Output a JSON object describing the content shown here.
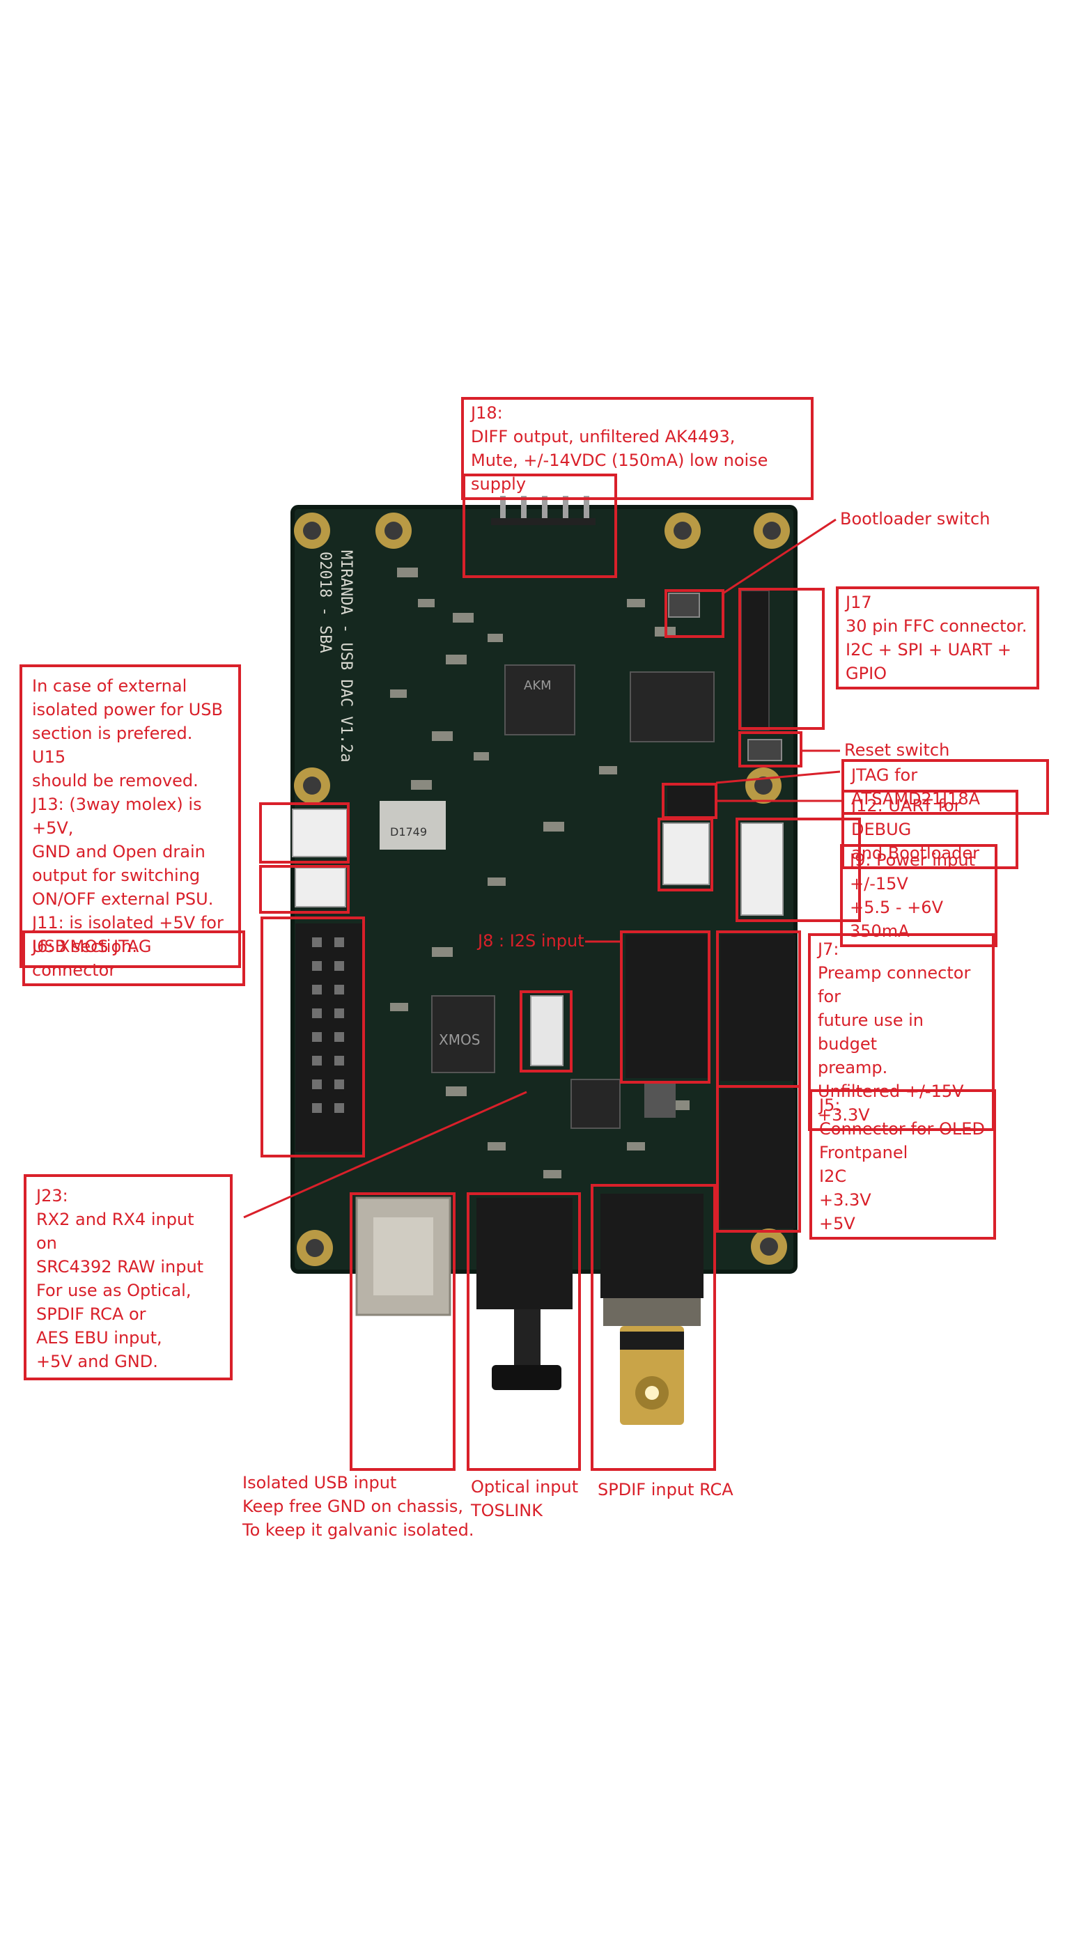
{
  "colors": {
    "annotation": "#d9202a",
    "pcb": "#15281f",
    "pcb_edge": "#0c1a13",
    "silkscreen": "#d8d8d0",
    "chip": "#262626",
    "connector_white": "#eeeeee",
    "header_black": "#1a1a1a",
    "usb_metal": "#b8b3a8",
    "rca_gold": "#c9a448",
    "background": "#ffffff"
  },
  "board": {
    "silkscreen_title": "MIRANDA - USB DAC V1.2a",
    "silkscreen_sub": "02018 - SBA",
    "chip_labels": {
      "akm": "AKM",
      "xmos": "XMOS",
      "isolator": "D1749"
    }
  },
  "labels": {
    "j18": "J18:\nDIFF output, unfiltered AK4493,\nMute, +/-14VDC (150mA) low noise supply",
    "bootloader": "Bootloader switch",
    "j17": "J17\n30 pin FFC connector.\nI2C + SPI + UART + GPIO",
    "reset": "Reset switch",
    "jtag_samd": "JTAG for ATSAMD21J18A",
    "j12": "J12: UART for DEBUG\nand Bootloader",
    "j9": "J9: Power input\n+/-15V\n+5.5 - +6V 350mA",
    "j8": "J8 : I2S input",
    "j7": "J7:\nPreamp connector for\nfuture use in budget\npreamp.\nUnfiltered +/-15V\n+3.3V",
    "j5": "J5:\n Connector for OLED\n Frontpanel\n I2C\n +3.3V\n +5V",
    "power_note": "In case of external\nisolated power for USB\nsection is prefered. U15\nshould be removed.\nJ13: (3way molex) is +5V,\nGND and Open drain\noutput for switching\nON/OFF external PSU.\nJ11: is isolated +5V for\nUSB section.",
    "j6": "J6: XMOS JTAG connector",
    "j23": "J23:\nRX2 and RX4 input on\nSRC4392 RAW input\nFor use as Optical,\nSPDIF RCA or\nAES EBU input,\n+5V and GND.",
    "usb": "Isolated USB input\nKeep free GND on chassis,\nTo keep it galvanic isolated.",
    "optical": "Optical input\nTOSLINK",
    "spdif": "SPDIF input RCA"
  }
}
